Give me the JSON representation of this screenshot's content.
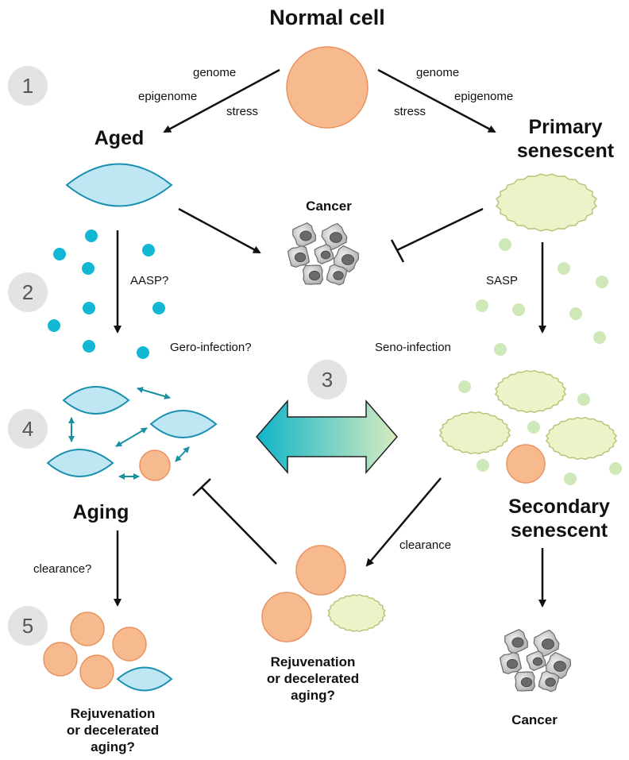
{
  "titles": {
    "normal": "Normal cell",
    "aged": "Aged",
    "primary1": "Primary",
    "primary2": "senescent",
    "aging": "Aging",
    "secondary1": "Secondary",
    "secondary2": "senescent",
    "cancer_top": "Cancer",
    "cancer_bottom": "Cancer"
  },
  "left_branch": {
    "genome": "genome",
    "epigenome": "epigenome",
    "stress": "stress"
  },
  "right_branch": {
    "genome": "genome",
    "epigenome": "epigenome",
    "stress": "stress"
  },
  "labels": {
    "aasp": "AASP?",
    "sasp": "SASP",
    "gero_infection": "Gero-infection?",
    "seno_infection": "Seno-infection",
    "clearance_q": "clearance?",
    "clearance": "clearance"
  },
  "outcomes": {
    "left": [
      "Rejuvenation",
      "or decelerated",
      "aging?"
    ],
    "middle": [
      "Rejuvenation",
      "or decelerated",
      "aging?"
    ]
  },
  "steps": [
    "1",
    "2",
    "3",
    "4",
    "5"
  ],
  "colors": {
    "aged_fill": "#bfe6f3",
    "aged_stroke": "#1a8fb0",
    "aasp_dot": "#12b7d3",
    "senescent_fill": "#eef2c8",
    "senescent_stroke": "#b9c57a",
    "sasp_dot": "#cfe8b8",
    "normal_fill": "#f7b98e",
    "normal_stroke": "#e89462",
    "step_circle": "#e3e4e1",
    "gradient_left": "#0fb4c9",
    "gradient_right": "#d6ecc0",
    "double_arrow": "#1a8fa0"
  }
}
